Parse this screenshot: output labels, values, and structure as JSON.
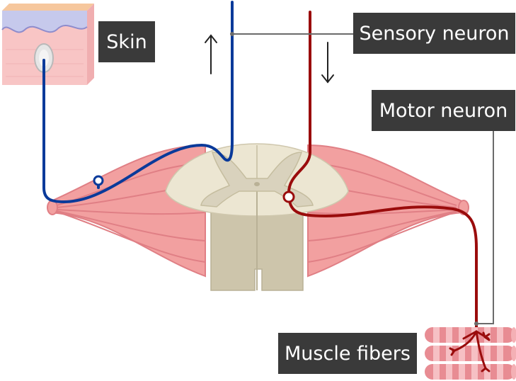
{
  "labels": {
    "skin": "Skin",
    "sensory_neuron": "Sensory neuron",
    "motor_neuron": "Motor neuron",
    "muscle_fibers": "Muscle fibers"
  },
  "colors": {
    "sensory": "#0a3a9a",
    "motor": "#9a0c0c",
    "label_bg": "#3a3a3a",
    "label_text": "#ffffff",
    "muscle": "#f2a0a0",
    "muscle_dark": "#e07f85",
    "spinal_white": "#d9d2bd",
    "spinal_grey": "#ece6d2",
    "skin_top": "#f6c79d",
    "skin_layer": "#c6c9ec",
    "skin_body": "#f8c5c5"
  },
  "icons": {
    "up_arrow": "up-arrow-icon",
    "down_arrow": "down-arrow-icon"
  }
}
